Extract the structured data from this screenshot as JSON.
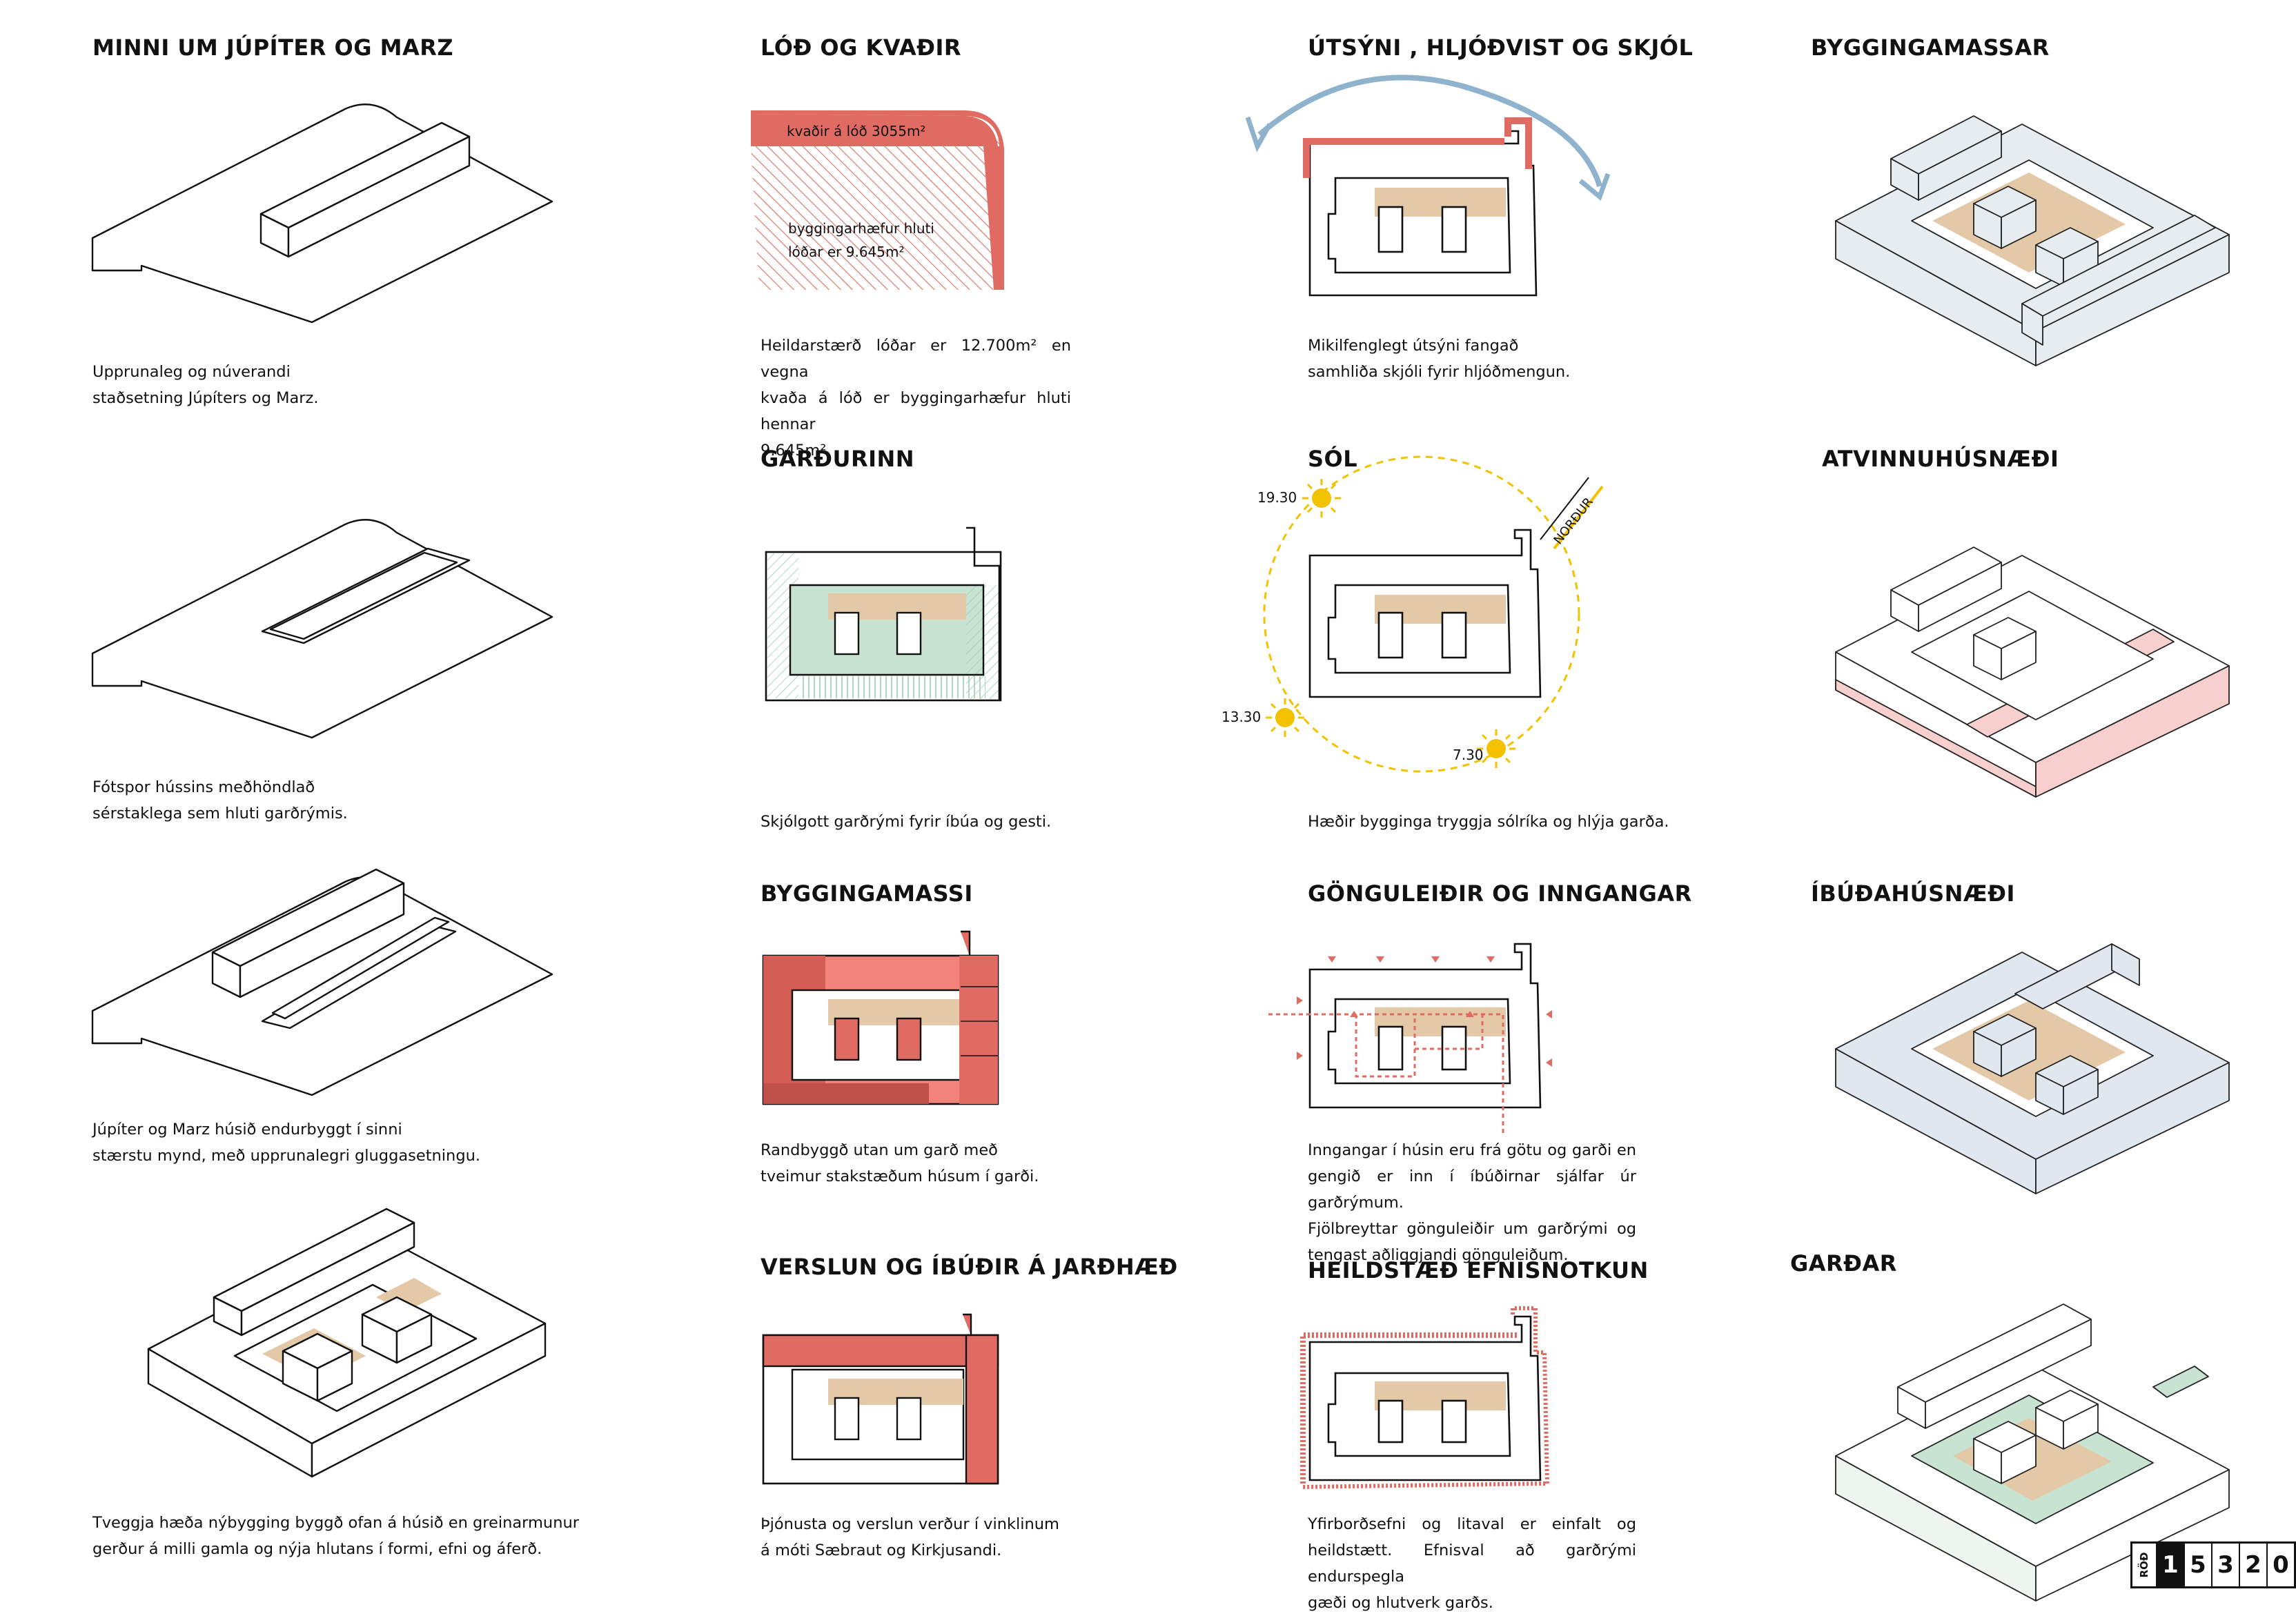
{
  "columns": {
    "col1": {
      "panels": [
        {
          "title": "MINNI UM  JÚPÍTER OG MARZ",
          "caption": [
            "Upprunaleg og núverandi",
            "staðsetning Júpíters og Marz."
          ]
        },
        {
          "title": "",
          "caption": [
            "Fótspor hússins meðhöndlað",
            "sérstaklega sem hluti garðrýmis."
          ]
        },
        {
          "title": "",
          "caption": [
            "Júpíter og Marz húsið endurbyggt í sinni",
            "stærstu mynd, með upprunalegri gluggasetningu."
          ]
        },
        {
          "title": "",
          "caption": [
            "Tveggja hæða nýbygging byggð ofan á húsið en greinarmunur",
            " gerður á milli gamla og nýja hlutans í formi, efni og áferð."
          ]
        }
      ]
    },
    "col2": {
      "panels": [
        {
          "title": "LÓÐ OG KVAÐIR",
          "caption": [
            "Heildarstærð lóðar er 12.700m² en vegna",
            "kvaða á lóð er byggingarhæfur hluti hennar",
            "9.645m²."
          ],
          "labels": {
            "kvadir": "kvaðir á lóð 3055m²",
            "byggingarhaefur_1": "byggingarhæfur hluti",
            "byggingarhaefur_2": "lóðar er 9.645m²"
          }
        },
        {
          "title": "GARÐURINN",
          "caption": [
            "Skjólgott garðrými fyrir íbúa og gesti."
          ]
        },
        {
          "title": "BYGGINGAMASSI",
          "caption": [
            "Randbyggð utan um garð með",
            "tveimur stakstæðum húsum í garði."
          ]
        },
        {
          "title": "VERSLUN OG ÍBÚÐIR Á JARÐHÆÐ",
          "caption": [
            "Þjónusta og verslun verður í vinklinum",
            "á móti Sæbraut og Kirkjusandi."
          ]
        }
      ]
    },
    "col3": {
      "panels": [
        {
          "title": "ÚTSÝNI , HLJÓÐVIST OG SKJÓL",
          "caption": [
            "Mikilfenglegt útsýni fangað",
            "samhliða skjóli fyrir hljóðmengun."
          ]
        },
        {
          "title": "SÓL",
          "caption": [
            "Hæðir bygginga tryggja sólríka og hlýja garða."
          ],
          "sun_times": {
            "evening": "19.30",
            "midday": "13.30",
            "morning": "7.30"
          },
          "north_label": "NORÐUR"
        },
        {
          "title": "GÖNGULEIÐIR OG INNGANGAR",
          "caption": [
            "Inngangar í húsin eru frá götu og garði en",
            "gengið er inn í íbúðirnar sjálfar úr garðrýmum.",
            "Fjölbreyttar gönguleiðir um garðrými og",
            "tengast aðliggjandi gönguleiðum."
          ]
        },
        {
          "title": "HEILDSTÆÐ EFNISNOTKUN",
          "caption": [
            "Yfirborðsefni og litaval er einfalt og",
            "heildstætt. Efnisval að garðrými endurspegla",
            "gæði og hlutverk garðs."
          ]
        }
      ]
    },
    "col4": {
      "panels": [
        {
          "title": "BYGGINGAMASSAR"
        },
        {
          "title": "ATVINNUHÚSNÆÐI"
        },
        {
          "title": "ÍBÚÐAHÚSNÆÐI"
        },
        {
          "title": "GARÐAR"
        }
      ]
    }
  },
  "badge": {
    "label": "RÖÐ",
    "digits": [
      "1",
      "5",
      "3",
      "2",
      "0"
    ]
  },
  "colors": {
    "accent_red": "#e06b62",
    "salmon": "#f1837a",
    "dark_red": "#c0504a",
    "sand": "#e4c9a8",
    "sun_yellow": "#f2c200",
    "view_blue": "#8fb3cc",
    "garden_green": "#c9e3d3",
    "pale_grey_blue": "#e6ecef",
    "pink": "#f7d0ce",
    "pale_blue": "#e1e7ef"
  },
  "icons": [
    "sun-icon",
    "view-arc-arrow-icon",
    "north-arrow-icon",
    "entrance-arrow-icon"
  ]
}
